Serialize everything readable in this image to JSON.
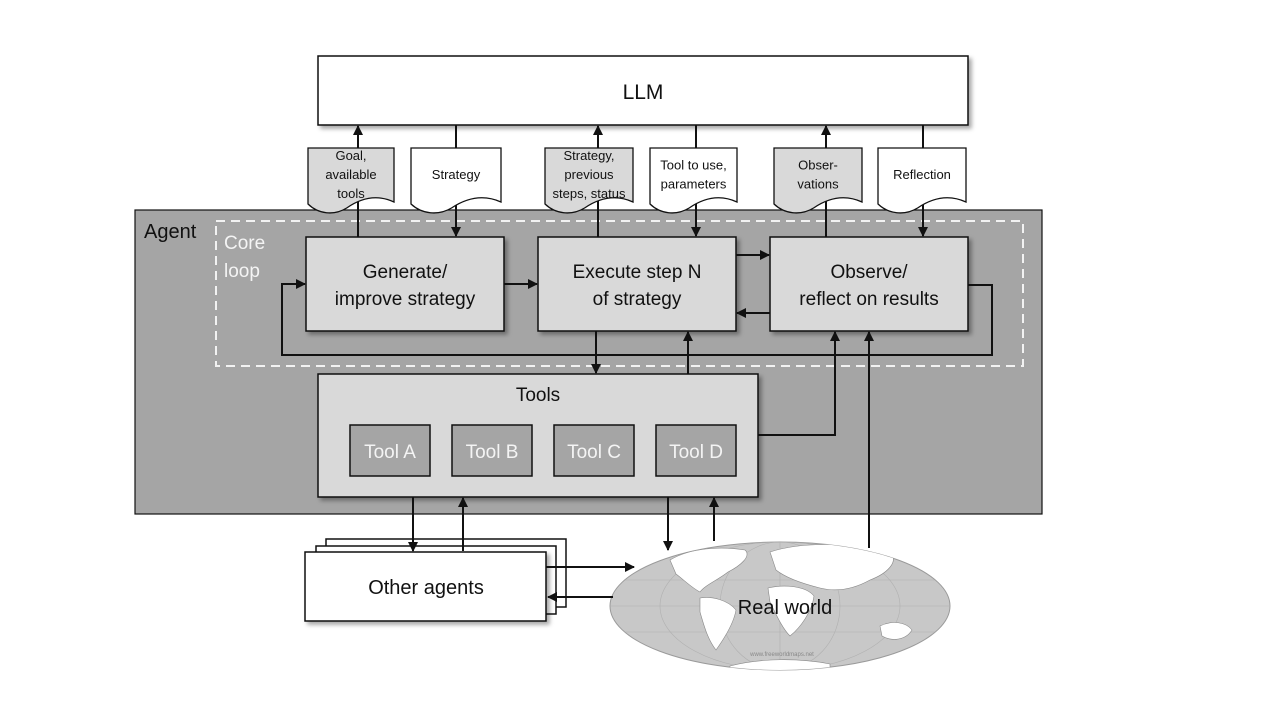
{
  "llm": {
    "label": "LLM"
  },
  "documents": [
    {
      "id": "goal",
      "lines": [
        "Goal,",
        "available",
        "tools"
      ],
      "shade": "gray",
      "direction": "to-llm"
    },
    {
      "id": "strategy",
      "lines": [
        "Strategy"
      ],
      "shade": "white",
      "direction": "from-llm"
    },
    {
      "id": "strategy-steps",
      "lines": [
        "Strategy,",
        "previous",
        "steps, status"
      ],
      "shade": "gray",
      "direction": "to-llm"
    },
    {
      "id": "tool-params",
      "lines": [
        "Tool to use,",
        "parameters"
      ],
      "shade": "white",
      "direction": "from-llm"
    },
    {
      "id": "observations",
      "lines": [
        "Obser-",
        "vations"
      ],
      "shade": "gray",
      "direction": "to-llm"
    },
    {
      "id": "reflection",
      "lines": [
        "Reflection"
      ],
      "shade": "white",
      "direction": "from-llm"
    }
  ],
  "agent": {
    "label": "Agent",
    "core_loop": {
      "line1": "Core",
      "line2": "loop"
    },
    "steps": [
      {
        "line1": "Generate/",
        "line2": "improve strategy"
      },
      {
        "line1": "Execute step N",
        "line2": "of strategy"
      },
      {
        "line1": "Observe/",
        "line2": "reflect on results"
      }
    ],
    "tools": {
      "title": "Tools",
      "items": [
        "Tool A",
        "Tool B",
        "Tool C",
        "Tool D"
      ]
    }
  },
  "external": {
    "other_agents": "Other agents",
    "real_world": "Real world",
    "map_credit": "www.freeworldmaps.net"
  },
  "colors": {
    "agent_bg": "#a5a5a5",
    "box_bg": "#d9d9d9",
    "tool_bg": "#a5a5a5",
    "doc_gray": "#d9d9d9",
    "doc_white": "#ffffff",
    "ocean": "#c8c8c8"
  }
}
